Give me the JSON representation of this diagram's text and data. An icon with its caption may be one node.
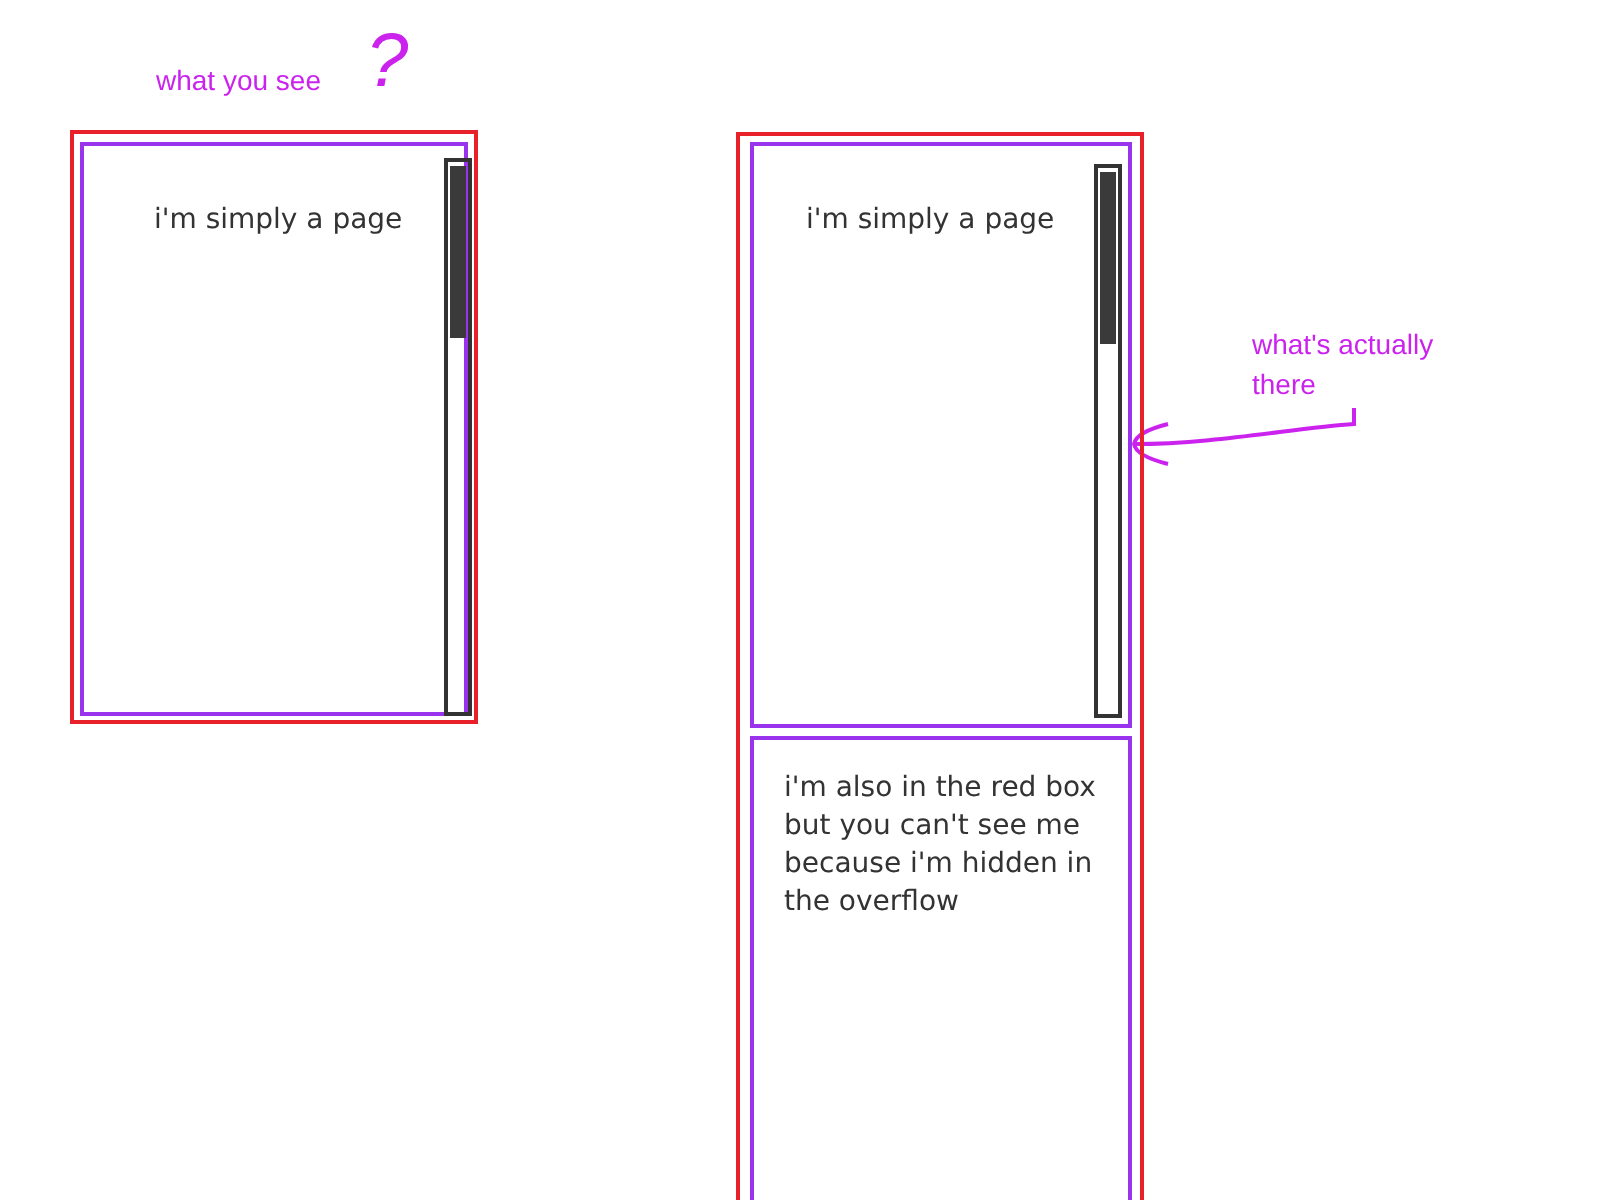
{
  "diagram": {
    "nodes": [
      {
        "text": [],
        "shape": "box"
      },
      {
        "text": [
          "i'm simply a page"
        ],
        "in": 0
      },
      {
        "text": [],
        "shape": "box"
      },
      {
        "text": [
          "i'm simply a page"
        ],
        "in": 2
      },
      {
        "text": [
          "i'm also in the red box but you can't see me because i'm hidden in the overflow"
        ],
        "in": 2
      },
      {
        "text": [
          "what's actually there"
        ]
      }
    ],
    "edges": [
      {
        "from": 5,
        "to": 3,
        "arrow": "to"
      }
    ],
    "labels": [
      "what you see",
      "?"
    ]
  }
}
